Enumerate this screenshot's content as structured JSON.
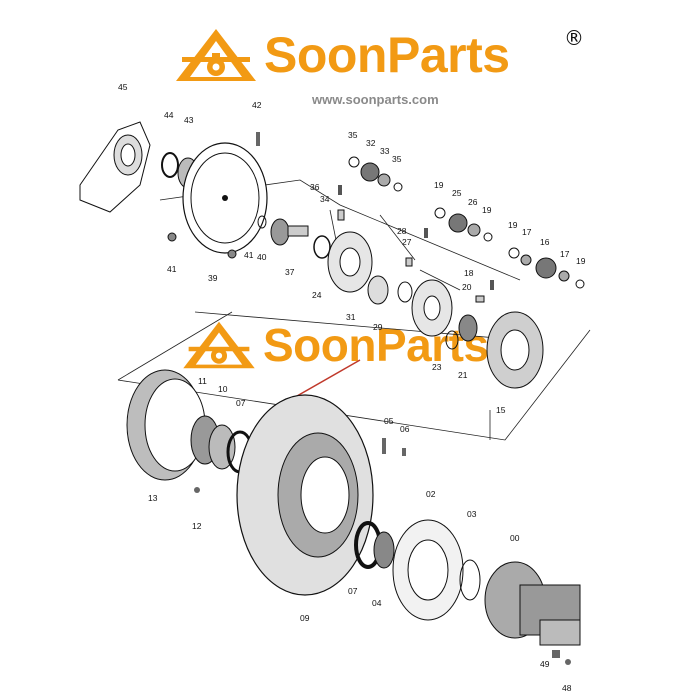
{
  "brand": {
    "name": "SoonParts",
    "registered_mark": "®",
    "url": "www.soonparts.com",
    "accent_color": "#f29a14",
    "logo_icon": "gear-and-wrench-icon"
  },
  "part_labels": {
    "p45": "45",
    "p44": "44",
    "p43": "43",
    "p42": "42",
    "p41a": "41",
    "p41b": "41",
    "p39": "39",
    "p40": "40",
    "p37": "37",
    "p36": "36",
    "p34": "34",
    "p35a": "35",
    "p32": "32",
    "p33": "33",
    "p35b": "35",
    "p24": "24",
    "p31": "31",
    "p29": "29",
    "p28": "28",
    "p27": "27",
    "p19a": "19",
    "p25": "25",
    "p26": "26",
    "p19b": "19",
    "p19c": "19",
    "p17a": "17",
    "p16": "16",
    "p17b": "17",
    "p19d": "19",
    "p18": "18",
    "p20": "20",
    "p21": "21",
    "p23": "23",
    "p15": "15",
    "p11": "11",
    "p10": "10",
    "p07a": "07",
    "p13": "13",
    "p12": "12",
    "p05": "05",
    "p06": "06",
    "p09": "09",
    "p07b": "07",
    "p04": "04",
    "p02": "02",
    "p03": "03",
    "p00": "00",
    "p49": "49",
    "p48": "48"
  }
}
